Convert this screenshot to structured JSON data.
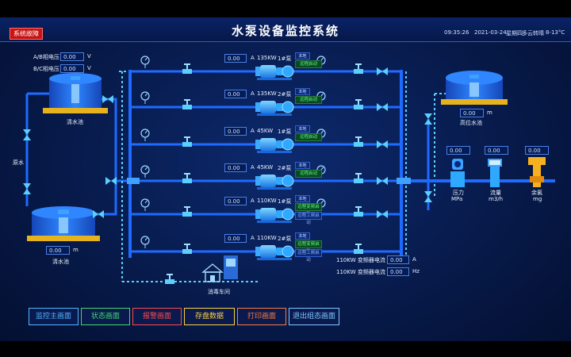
{
  "header": {
    "title": "水泵设备监控系统",
    "fault_badge": "系统故障",
    "time": "09:35:26",
    "date": "2021-03-24",
    "weekday": "星期四",
    "weather": "多云转晴",
    "temperature": "8-13°C"
  },
  "left_panel": {
    "ab_voltage_label": "A/B相电压",
    "ab_voltage_value": "0.00",
    "bc_voltage_label": "B/C相电压",
    "bc_voltage_value": "0.00",
    "voltage_unit": "V",
    "tank1_label": "清水池",
    "raw_water_label": "原水",
    "tank2_value": "0.00",
    "tank2_unit": "m",
    "tank2_label": "清水池"
  },
  "pumps": [
    {
      "current": "0.00",
      "unit": "A",
      "power": "135KW",
      "name": "1#泵",
      "local": "本地",
      "remote": "远程启动"
    },
    {
      "current": "0.00",
      "unit": "A",
      "power": "135KW",
      "name": "2#泵",
      "local": "本地",
      "remote": "远程启动"
    },
    {
      "current": "0.00",
      "unit": "A",
      "power": "45KW",
      "name": "1#泵",
      "local": "本地",
      "remote": "远程启动"
    },
    {
      "current": "0.00",
      "unit": "A",
      "power": "45KW",
      "name": "2#泵",
      "local": "本地",
      "remote": "远程启动"
    },
    {
      "current": "0.00",
      "unit": "A",
      "power": "110KW",
      "name": "1#泵",
      "local": "本地",
      "remote": "远程变频启动",
      "remote2": "远程工频启动"
    },
    {
      "current": "0.00",
      "unit": "A",
      "power": "110KW",
      "name": "2#泵",
      "local": "本地",
      "remote": "远程变频启动",
      "remote2": "远程工频启动"
    }
  ],
  "inverter": {
    "current_label": "110KW 变频器电流",
    "current_value": "0.00",
    "current_unit": "A",
    "freq_label": "110KW 变频器电流",
    "freq_value": "0.00",
    "freq_unit": "Hz"
  },
  "disinfection_label": "消毒车间",
  "right_panel": {
    "high_tank_value": "0.00",
    "high_tank_unit": "m",
    "high_tank_label": "高位水池",
    "pressure_value": "0.00",
    "pressure_label": "压力",
    "pressure_unit": "MPa",
    "flow_value": "0.00",
    "flow_label": "流量",
    "flow_unit": "m3/h",
    "chlorine_value": "0.00",
    "chlorine_label": "余氯",
    "chlorine_unit": "mg"
  },
  "nav": [
    {
      "label": "监控主画面",
      "color": "#4fb6ff"
    },
    {
      "label": "状态画面",
      "color": "#3ddc6a"
    },
    {
      "label": "报警画面",
      "color": "#ff4a4a"
    },
    {
      "label": "存盘数据",
      "color": "#ffd23f"
    },
    {
      "label": "打印画面",
      "color": "#ff7a3a"
    },
    {
      "label": "退出组态画面",
      "color": "#7fc8ff"
    }
  ],
  "colors": {
    "pipe": "#1f6bff",
    "pipe_glow": "#5ad0ff",
    "tank": "#1e63e6",
    "tank_base": "#e6b21e",
    "equipment": "#2fa8ff"
  }
}
